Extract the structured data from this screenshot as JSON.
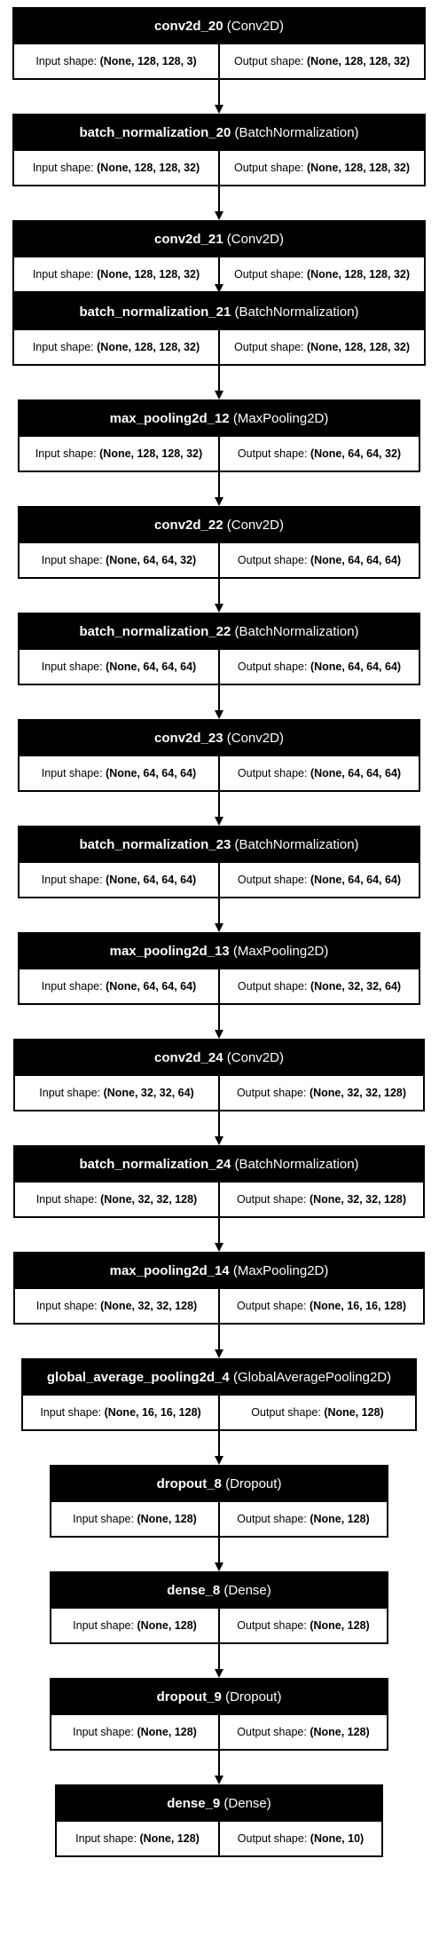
{
  "labels": {
    "input": "Input shape:",
    "output": "Output shape:"
  },
  "layers": [
    {
      "name": "conv2d_20",
      "type": "(Conv2D)",
      "input_shape": "(None, 128, 128, 3)",
      "output_shape": "(None, 128, 128, 32)"
    },
    {
      "name": "batch_normalization_20",
      "type": "(BatchNormalization)",
      "input_shape": "(None, 128, 128, 32)",
      "output_shape": "(None, 128, 128, 32)"
    },
    {
      "name": "conv2d_21",
      "type": "(Conv2D)",
      "input_shape": "(None, 128, 128, 32)",
      "output_shape": "(None, 128, 128, 32)"
    },
    {
      "name": "batch_normalization_21",
      "type": "(BatchNormalization)",
      "input_shape": "(None, 128, 128, 32)",
      "output_shape": "(None, 128, 128, 32)"
    },
    {
      "name": "max_pooling2d_12",
      "type": "(MaxPooling2D)",
      "input_shape": "(None, 128, 128, 32)",
      "output_shape": "(None, 64, 64, 32)"
    },
    {
      "name": "conv2d_22",
      "type": "(Conv2D)",
      "input_shape": "(None, 64, 64, 32)",
      "output_shape": "(None, 64, 64, 64)"
    },
    {
      "name": "batch_normalization_22",
      "type": "(BatchNormalization)",
      "input_shape": "(None, 64, 64, 64)",
      "output_shape": "(None, 64, 64, 64)"
    },
    {
      "name": "conv2d_23",
      "type": "(Conv2D)",
      "input_shape": "(None, 64, 64, 64)",
      "output_shape": "(None, 64, 64, 64)"
    },
    {
      "name": "batch_normalization_23",
      "type": "(BatchNormalization)",
      "input_shape": "(None, 64, 64, 64)",
      "output_shape": "(None, 64, 64, 64)"
    },
    {
      "name": "max_pooling2d_13",
      "type": "(MaxPooling2D)",
      "input_shape": "(None, 64, 64, 64)",
      "output_shape": "(None, 32, 32, 64)"
    },
    {
      "name": "conv2d_24",
      "type": "(Conv2D)",
      "input_shape": "(None, 32, 32, 64)",
      "output_shape": "(None, 32, 32, 128)"
    },
    {
      "name": "batch_normalization_24",
      "type": "(BatchNormalization)",
      "input_shape": "(None, 32, 32, 128)",
      "output_shape": "(None, 32, 32, 128)"
    },
    {
      "name": "max_pooling2d_14",
      "type": "(MaxPooling2D)",
      "input_shape": "(None, 32, 32, 128)",
      "output_shape": "(None, 16, 16, 128)"
    },
    {
      "name": "global_average_pooling2d_4",
      "type": "(GlobalAveragePooling2D)",
      "input_shape": "(None, 16, 16, 128)",
      "output_shape": "(None, 128)"
    },
    {
      "name": "dropout_8",
      "type": "(Dropout)",
      "input_shape": "(None, 128)",
      "output_shape": "(None, 128)"
    },
    {
      "name": "dense_8",
      "type": "(Dense)",
      "input_shape": "(None, 128)",
      "output_shape": "(None, 128)"
    },
    {
      "name": "dropout_9",
      "type": "(Dropout)",
      "input_shape": "(None, 128)",
      "output_shape": "(None, 128)"
    },
    {
      "name": "dense_9",
      "type": "(Dense)",
      "input_shape": "(None, 128)",
      "output_shape": "(None, 10)"
    }
  ]
}
